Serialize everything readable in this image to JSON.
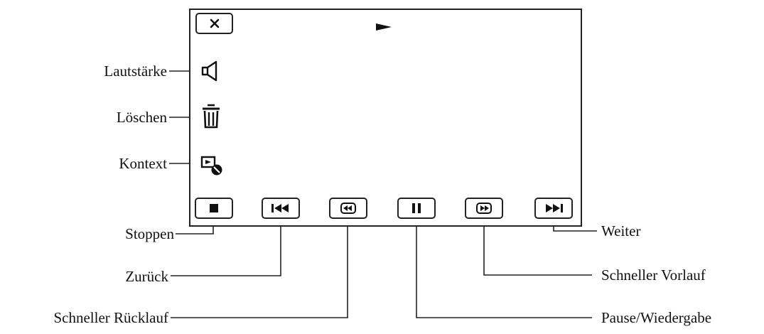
{
  "labels": {
    "volume": "Lautstärke",
    "delete": "Löschen",
    "context": "Kontext",
    "stop": "Stoppen",
    "previous": "Zurück",
    "fast_reverse": "Schneller Rücklauf",
    "next": "Weiter",
    "fast_forward": "Schneller Vorlauf",
    "pause_play": "Pause/Wiedergabe"
  },
  "icons": {
    "close": "close-icon",
    "play_indicator": "play-icon",
    "volume": "speaker-icon",
    "delete": "trash-icon",
    "context": "context-icon",
    "stop": "stop-icon",
    "previous": "skip-back-icon",
    "fast_reverse": "rewind-icon",
    "pause": "pause-icon",
    "fast_forward": "fast-forward-icon",
    "next": "skip-forward-icon"
  }
}
